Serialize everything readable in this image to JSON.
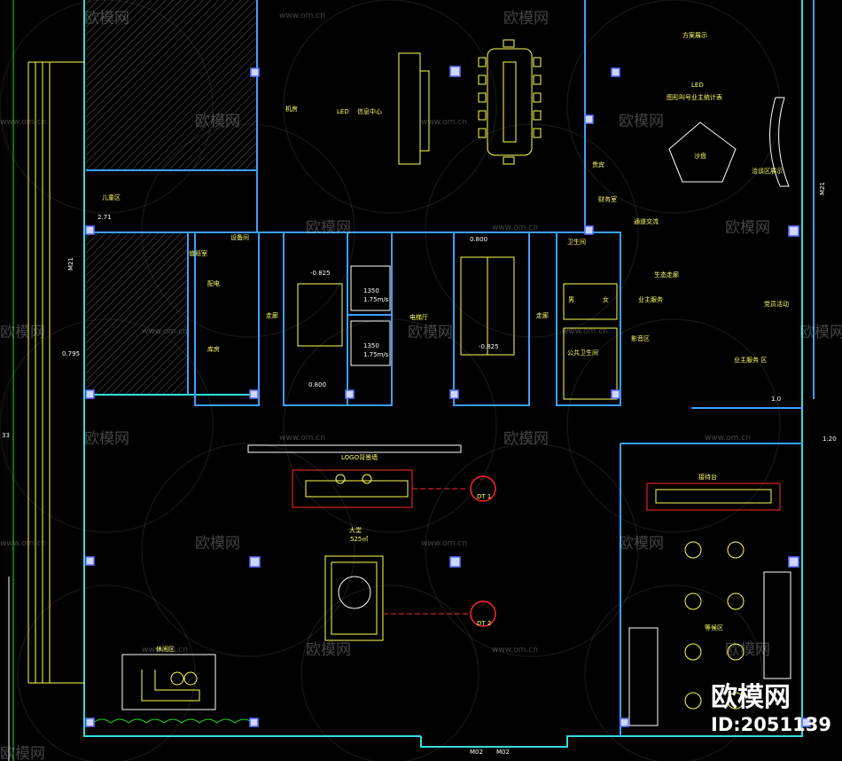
{
  "drawing": {
    "room_labels": [
      "机房",
      "LED",
      "信息中心",
      "方案展示",
      "LED",
      "图形叫号业主统计表",
      "沙盘",
      "洽谈区展示",
      "贵宾",
      "财务室",
      "通道交流",
      "生态走廊",
      "业主服务",
      "影音区",
      "党员活动",
      "业主服务 区",
      "配电",
      "库房",
      "值班室",
      "设备间",
      "走廊",
      "电梯厅",
      "走廊",
      "卫生间",
      "公共卫生间",
      "LOGO背景墙",
      "大堂",
      "接待台",
      "等候区",
      "休闲区",
      "儿童区",
      "男",
      "女"
    ],
    "area_notes": [
      "2.71",
      "0.795",
      "1.0",
      "525㎡"
    ],
    "elevator_notes": [
      "1350",
      "1.75m/s",
      "1350",
      "1.75m/s"
    ],
    "level_marks": [
      "-0.825",
      "-0.825",
      "0.800",
      "0.800"
    ],
    "side_marks": [
      "M21",
      "M21",
      "M02",
      "M02",
      "1:20",
      "33"
    ],
    "tag_labels": [
      "DT 1",
      "DT 2"
    ],
    "watermark": {
      "brand": "欧模网",
      "url": "www.om.cn"
    },
    "stamp": {
      "brand": "欧模网",
      "id": "ID:2051139"
    }
  }
}
